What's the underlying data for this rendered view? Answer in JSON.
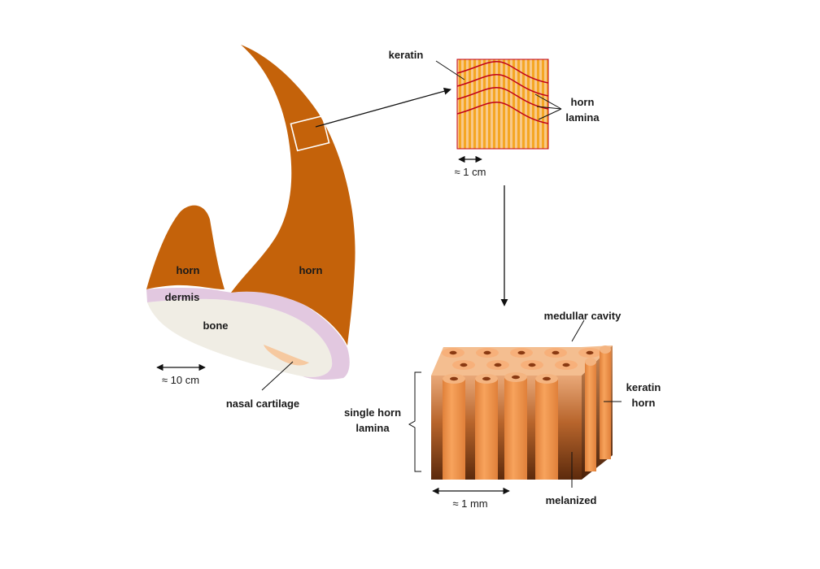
{
  "labels": {
    "horn_left": "horn",
    "horn_right": "horn",
    "dermis": "dermis",
    "bone": "bone",
    "nasal_cartilage": "nasal cartilage",
    "scale_large": "≈ 10 cm",
    "keratin": "keratin",
    "horn_lamina_line1": "horn",
    "horn_lamina_line2": "lamina",
    "scale_medium": "≈ 1 cm",
    "medullar_cavity": "medullar cavity",
    "keratin_horn_line1": "keratin",
    "keratin_horn_line2": "horn",
    "single_horn_lamina_line1": "single horn",
    "single_horn_lamina_line2": "lamina",
    "melanized": "melanized",
    "scale_small": "≈ 1 mm"
  },
  "colors": {
    "horn": "#C4620A",
    "dermis": "#E2C8E0",
    "bone": "#F0EDE4",
    "cartilage": "#F6C9A0",
    "keratin_stripe": "#F5A623",
    "lamina_line": "#C0001A",
    "tubule": "#F0964B",
    "block_top": "#F4BE90"
  }
}
